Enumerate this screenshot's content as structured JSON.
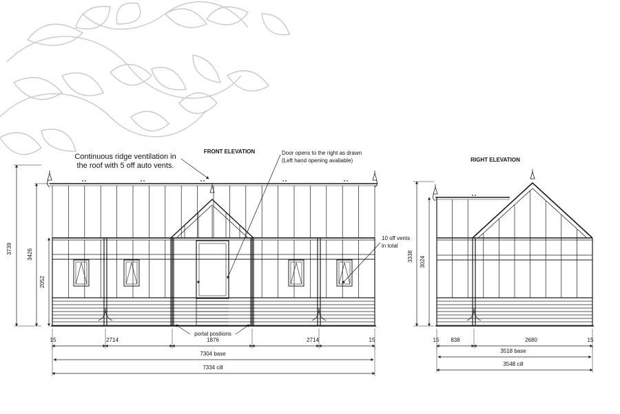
{
  "colors": {
    "line": "#1a1a1a",
    "decor": "#c9c9c9",
    "background": "#ffffff"
  },
  "front": {
    "title": "FRONT ELEVATION",
    "ridge_note_1": "Continuous ridge ventilation in",
    "ridge_note_2": "the roof with 5 off auto vents.",
    "door_note_1": "Door opens to the right as drawn",
    "door_note_2": "(Left hand opening avaliable)",
    "vents_note_1": "10 off vents",
    "vents_note_2": "in total",
    "portal_note": "portal positions",
    "dims": {
      "h_total": "3739",
      "h_eave": "3426",
      "h_sill": "2052",
      "end_left": "15",
      "bay_left": "2714",
      "centre": "1876",
      "bay_right": "2714",
      "end_right": "15",
      "base": "7304 base",
      "cill": "7334 cill"
    }
  },
  "right": {
    "title": "RIGHT ELEVATION",
    "dims": {
      "h_total": "3338",
      "h_eave": "3024",
      "end_left": "15",
      "left": "838",
      "main": "2680",
      "end_right": "15",
      "base": "3518 base",
      "cill": "3548 cill"
    }
  }
}
